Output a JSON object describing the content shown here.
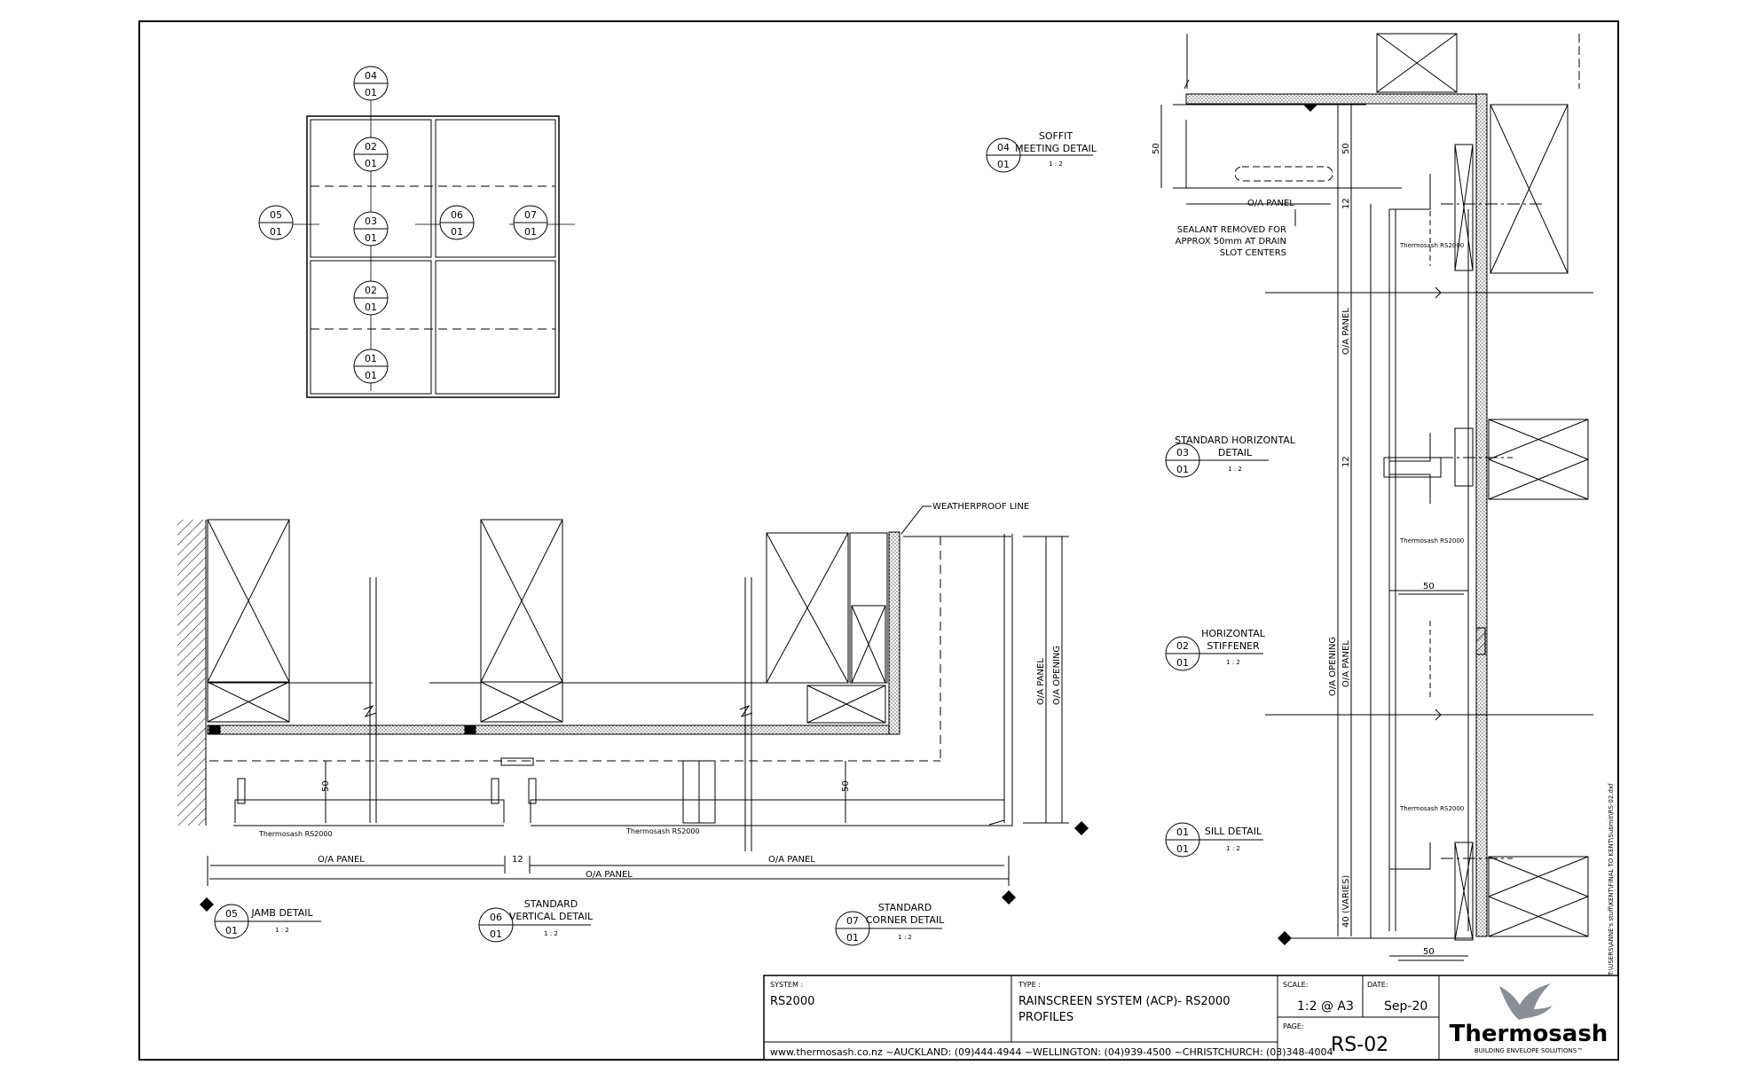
{
  "key_plan": {
    "markers": [
      {
        "top": "04",
        "bottom": "01"
      },
      {
        "top": "02",
        "bottom": "01"
      },
      {
        "top": "05",
        "bottom": "01"
      },
      {
        "top": "03",
        "bottom": "01"
      },
      {
        "top": "06",
        "bottom": "01"
      },
      {
        "top": "07",
        "bottom": "01"
      },
      {
        "top": "02",
        "bottom": "01"
      },
      {
        "top": "01",
        "bottom": "01"
      }
    ]
  },
  "details": {
    "soffit": {
      "num": "04",
      "sheet": "01",
      "line1": "SOFFIT",
      "line2": "MEETING DETAIL",
      "scale": "1 : 2"
    },
    "std_horizontal": {
      "num": "03",
      "sheet": "01",
      "line1": "STANDARD HORIZONTAL",
      "line2": "DETAIL",
      "scale": "1 : 2"
    },
    "horiz_stiffener": {
      "num": "02",
      "sheet": "01",
      "line1": "HORIZONTAL",
      "line2": "STIFFENER",
      "scale": "1 : 2"
    },
    "sill": {
      "num": "01",
      "sheet": "01",
      "line1": "SILL DETAIL",
      "scale": "1 : 2"
    },
    "jamb": {
      "num": "05",
      "sheet": "01",
      "line1": "JAMB DETAIL",
      "scale": "1 : 2"
    },
    "std_vertical": {
      "num": "06",
      "sheet": "01",
      "line1": "STANDARD",
      "line2": "VERTICAL DETAIL",
      "scale": "1 : 2"
    },
    "std_corner": {
      "num": "07",
      "sheet": "01",
      "line1": "STANDARD",
      "line2": "CORNER DETAIL",
      "scale": "1 : 2"
    }
  },
  "annotations": {
    "weatherproof_line": "WEATHERPROOF LINE",
    "sealant_1": "SEALANT REMOVED FOR",
    "sealant_2": "APPROX 50mm AT DRAIN",
    "sealant_3": "SLOT CENTERS",
    "oa_panel": "O/A PANEL",
    "oa_opening": "O/A OPENING",
    "dim_50": "50",
    "dim_12": "12",
    "dim_40": "40 (VARIES)",
    "product_label": "Thermosash",
    "product_code": "RS2000",
    "file_path": "T:\\USERS\\ANNE's stuff\\KENT\\FINAL TO KENT\\Submit\\RS-02.dxf"
  },
  "title_block": {
    "system_label": "SYSTEM :",
    "system_value": "RS2000",
    "type_label": "TYPE :",
    "type_line1": "RAINSCREEN SYSTEM (ACP)- RS2000",
    "type_line2": "PROFILES",
    "scale_label": "SCALE:",
    "scale_value": "1:2 @ A3",
    "date_label": "DATE:",
    "date_value": "Sep-20",
    "page_label": "PAGE:",
    "page_value": "RS-02",
    "contacts": "www.thermosash.co.nz ~AUCKLAND: (09)444-4944 ~WELLINGTON: (04)939-4500 ~CHRISTCHURCH: (03)348-4004",
    "logo_name": "Thermosash",
    "logo_tagline": "BUILDING ENVELOPE SOLUTIONS™",
    "colors": {
      "logo_blue": "#1d5f8f",
      "logo_grey": "#8a8f95",
      "line": "#000000"
    }
  }
}
